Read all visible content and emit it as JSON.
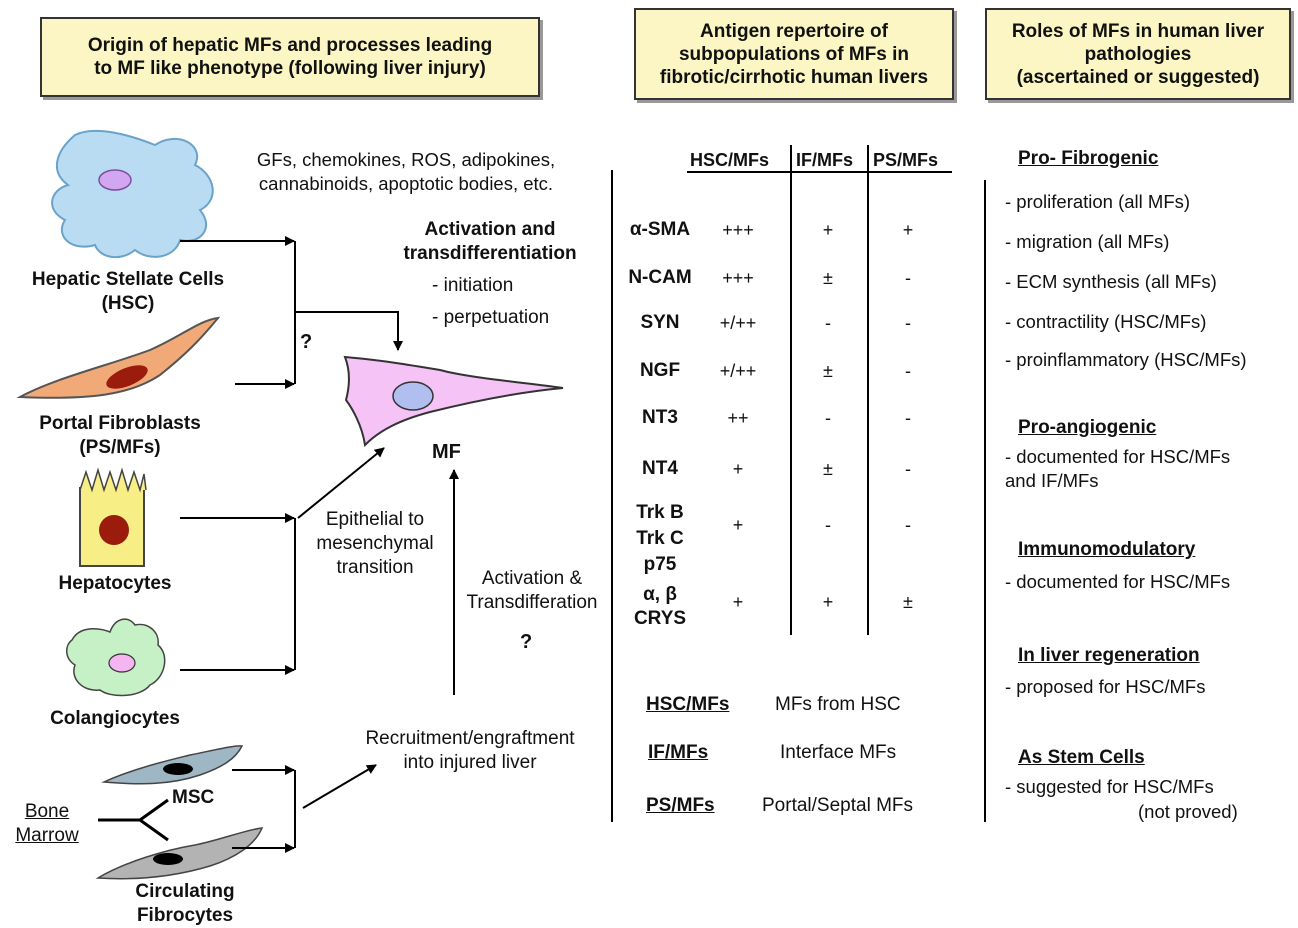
{
  "headers": {
    "origin": "Origin of hepatic MFs and processes leading\nto MF like phenotype (following liver injury)",
    "antigen": "Antigen repertoire of\nsubpopulations of MFs in\nfibrotic/cirrhotic human livers",
    "roles": "Roles of MFs in human liver\npathologies\n(ascertained or suggested)"
  },
  "left": {
    "factors": "GFs, chemokines, ROS, adipokines,\ncannabinoids, apoptotic bodies, etc.",
    "activation_title": "Activation and\ntransdifferentiation",
    "initiation": "- initiation",
    "perpetuation": "- perpetuation",
    "hsc_label": "Hepatic Stellate Cells\n(HSC)",
    "portal_label": "Portal Fibroblasts\n(PS/MFs)",
    "hepatocytes_label": "Hepatocytes",
    "colangiocytes_label": "Colangiocytes",
    "msc_label": "MSC",
    "fibrocytes_label": "Circulating\nFibrocytes",
    "bone_marrow": "Bone\nMarrow",
    "question1": "?",
    "question2": "?",
    "mf_label": "MF",
    "emt": "Epithelial to\nmesenchymal\ntransition",
    "activation2": "Activation &\nTransdifferation",
    "recruitment": "Recruitment/engraftment\ninto injured liver"
  },
  "table": {
    "columns": [
      "HSC/MFs",
      "IF/MFs",
      "PS/MFs"
    ],
    "rows": [
      {
        "marker": "α-SMA",
        "hsc": "+++",
        "if": "+",
        "ps": "+"
      },
      {
        "marker": "N-CAM",
        "hsc": "+++",
        "if": "±",
        "ps": "-"
      },
      {
        "marker": "SYN",
        "hsc": "+/++",
        "if": "-",
        "ps": "-"
      },
      {
        "marker": "NGF",
        "hsc": "+/++",
        "if": "±",
        "ps": "-"
      },
      {
        "marker": "NT3",
        "hsc": "++",
        "if": "-",
        "ps": "-"
      },
      {
        "marker": "NT4",
        "hsc": "+",
        "if": "±",
        "ps": "-"
      },
      {
        "marker": "Trk B\nTrk C\np75",
        "hsc": "+",
        "if": "-",
        "ps": "-"
      },
      {
        "marker": "α, β\nCRYS",
        "hsc": "+",
        "if": "+",
        "ps": "±"
      }
    ],
    "legend": [
      {
        "abbr": "HSC/MFs",
        "desc": "MFs from HSC"
      },
      {
        "abbr": "IF/MFs",
        "desc": "Interface MFs"
      },
      {
        "abbr": "PS/MFs",
        "desc": "Portal/Septal MFs"
      }
    ]
  },
  "roles": {
    "pro_fibrogenic": {
      "title": "Pro- Fibrogenic",
      "items": [
        "- proliferation (all MFs)",
        "- migration (all MFs)",
        "- ECM synthesis (all MFs)",
        "- contractility (HSC/MFs)",
        "- proinflammatory (HSC/MFs)"
      ]
    },
    "pro_angiogenic": {
      "title": "Pro-angiogenic",
      "text": "- documented for HSC/MFs\nand IF/MFs"
    },
    "immunomodulatory": {
      "title": "Immunomodulatory",
      "text": "- documented for HSC/MFs"
    },
    "regeneration": {
      "title": "In liver regeneration",
      "text": "- proposed for HSC/MFs"
    },
    "stem_cells": {
      "title": "As Stem Cells",
      "text": "- suggested for HSC/MFs",
      "note": "(not proved)"
    }
  },
  "colors": {
    "header_bg": "#fbf6c4",
    "hsc_cell": "#b9dcf2",
    "portal_cell": "#f2a978",
    "hepatocyte_cell": "#f7ef86",
    "colangiocyte_cell": "#c6f0c6",
    "mf_cell": "#f5c3f5",
    "nucleus_dark": "#9b1c0c"
  }
}
